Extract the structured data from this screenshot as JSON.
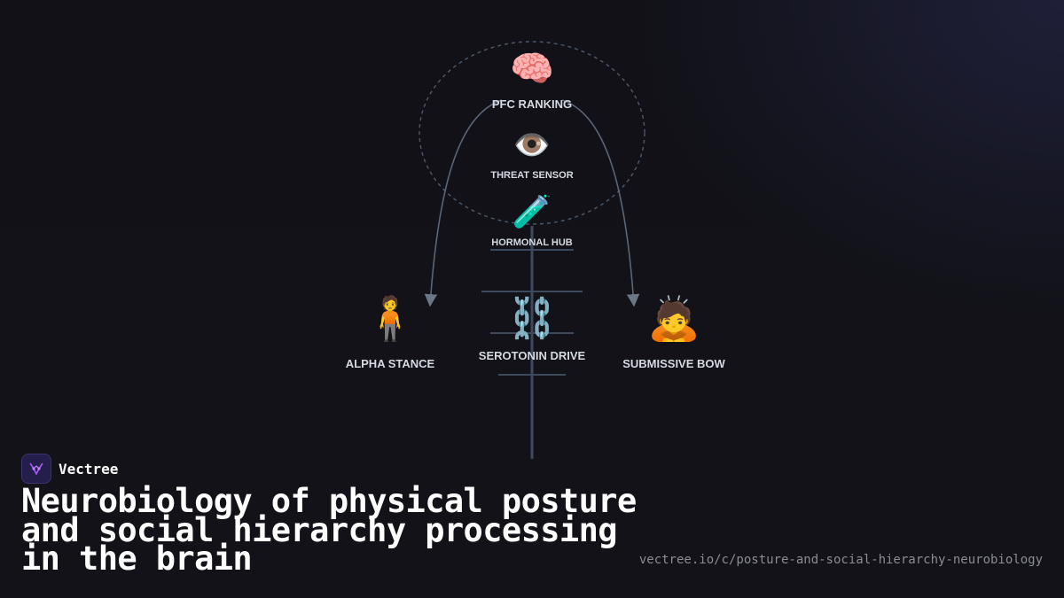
{
  "brand": {
    "name": "Vectree",
    "logo_color": "#241f4a",
    "logo_accent": "#a855f7"
  },
  "title": "Neurobiology of physical posture and social hierarchy processing in the brain",
  "url": "vectree.io/c/posture-and-social-hierarchy-neurobiology",
  "diagram": {
    "nodes": {
      "pfc": {
        "label": "PFC RANKING",
        "icon": "🧠",
        "icon_name": "brain-icon"
      },
      "threat": {
        "label": "THREAT SENSOR",
        "icon": "👁️",
        "icon_name": "eye-icon"
      },
      "hormonal": {
        "label": "HORMONAL HUB",
        "icon": "🧪",
        "icon_name": "test-tube-icon"
      },
      "serotonin": {
        "label": "SEROTONIN DRIVE",
        "icon": "⛓️",
        "icon_name": "chain-icon"
      },
      "alpha": {
        "label": "ALPHA STANCE",
        "icon": "🧍",
        "icon_name": "standing-person-icon"
      },
      "submissive": {
        "label": "SUBMISSIVE BOW",
        "icon": "🙇",
        "icon_name": "bowing-person-icon"
      }
    },
    "colors": {
      "line": "#4a5568",
      "arrow": "#6b7686",
      "label": "#d4d9e2"
    }
  }
}
